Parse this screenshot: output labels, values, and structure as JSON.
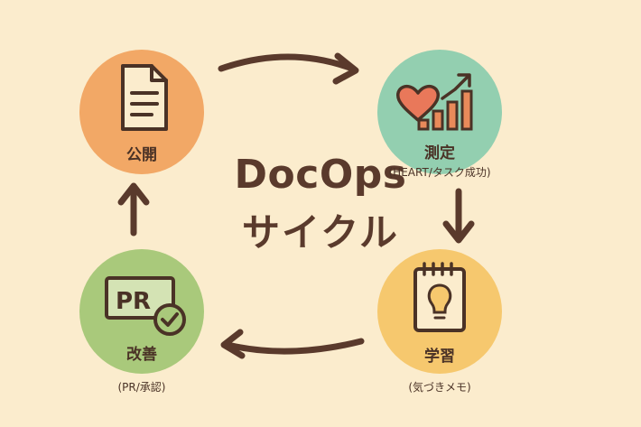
{
  "title": {
    "line1": "DocOps",
    "line2": "サイクル"
  },
  "nodes": {
    "publish": {
      "label": "公開"
    },
    "measure": {
      "label": "測定",
      "sub": "(HEART/タスク成功)"
    },
    "learn": {
      "label": "学習",
      "sub": "(気づきメモ)"
    },
    "improve": {
      "label": "改善",
      "sub": "(PR/承認)",
      "badge": "PR"
    }
  },
  "colors": {
    "background": "#fbeccd",
    "publish": "#f2a866",
    "measure": "#93cfb0",
    "learn": "#f6c86e",
    "improve": "#a9c97b",
    "ink": "#4a3226"
  },
  "icons": {
    "publish": "document-icon",
    "measure": "heart-chart-icon",
    "learn": "lightbulb-notepad-icon",
    "improve": "pr-check-icon"
  }
}
